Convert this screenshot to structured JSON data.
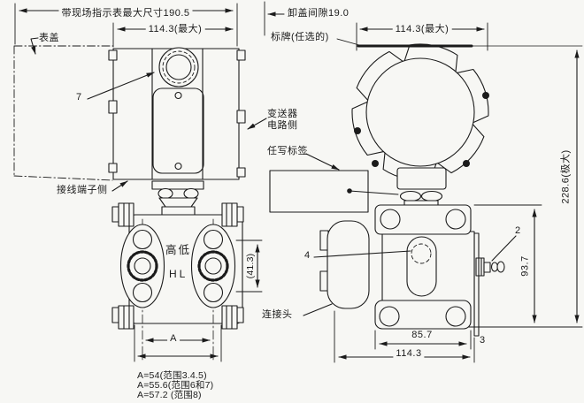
{
  "colors": {
    "ink": "#1b1b1b",
    "paper": "#f7f7f4"
  },
  "left_view": {
    "dim_overall_width": "带现场指示表最大尺寸190.5",
    "dim_housing_width": "114.3(最大)",
    "label_cover": "表盖",
    "callout_7": "7",
    "label_terminal_side": "接线端子侧",
    "label_high_low": "高低",
    "label_hl": "HL",
    "dim_port_spacing": "(41.3)",
    "dim_a_label": "A",
    "a_values": [
      "A=54(范围3.4.5)",
      "A=55.6(范围6和7)",
      "A=57.2 (范围8)"
    ]
  },
  "middle_labels": {
    "label_circuit_side": "变送器\n电路侧",
    "label_custom_tag": "任写标签",
    "label_connector": "连接头"
  },
  "right_view": {
    "dim_cover_clearance": "卸盖间隙19.0",
    "label_nameplate": "标牌(任选的)",
    "dim_housing_width": "114.3(最大)",
    "callout_2": "2",
    "callout_3": "3",
    "callout_4": "4",
    "dim_body_height": "93.7",
    "dim_overall_height": "228.6(极大)",
    "dim_bolt_spacing": "85.7",
    "dim_base_width": "114.3"
  }
}
